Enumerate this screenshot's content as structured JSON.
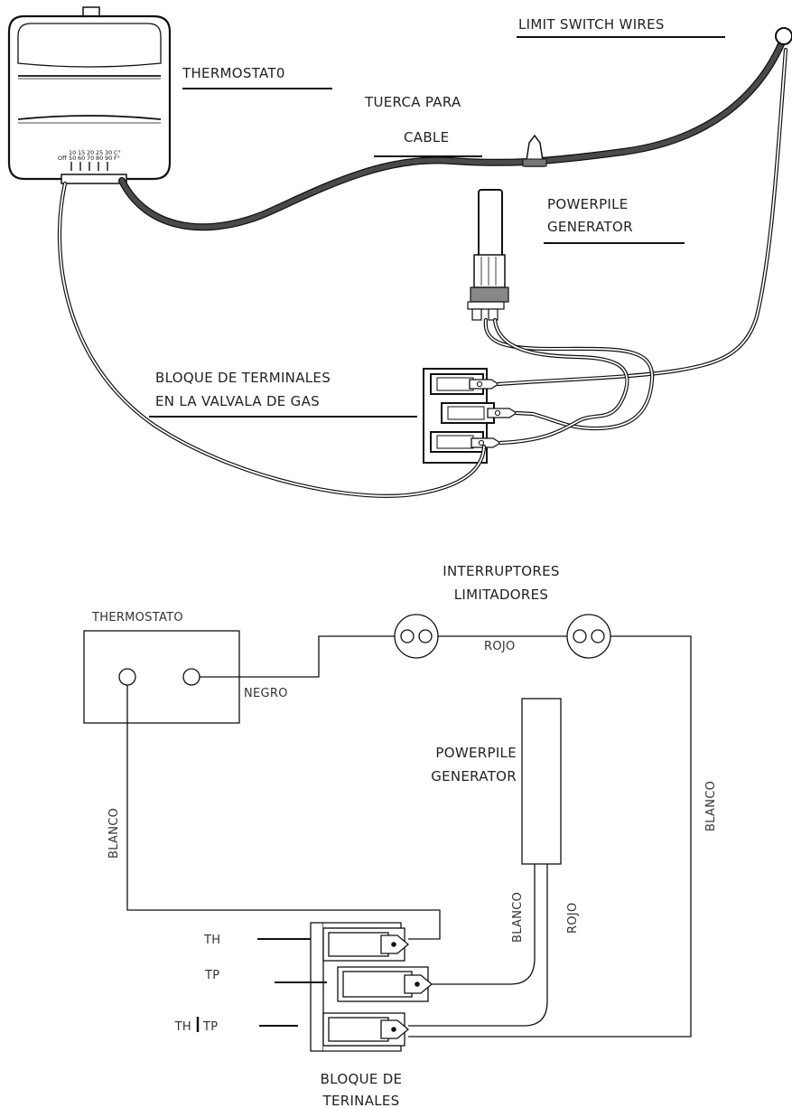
{
  "top_diagram": {
    "thermostat_label": "THERMOSTAT0",
    "limit_switch_label": "LIMIT SWITCH WIRES",
    "cable_nut_label_line1": "TUERCA PARA",
    "cable_nut_label_line2": "CABLE",
    "powerpile_label_line1": "POWERPILE",
    "powerpile_label_line2": "GENERATOR",
    "terminal_block_label_line1": "BLOQUE DE TERMINALES",
    "terminal_block_label_line2": "EN LA VALVALA DE GAS",
    "thermostat_scale": {
      "celsius": [
        "10",
        "15",
        "20",
        "25",
        "30",
        "C°"
      ],
      "fahrenheit": [
        "Off",
        "50",
        "60",
        "70",
        "80",
        "90",
        "F°"
      ]
    }
  },
  "bottom_diagram": {
    "thermostat_label": "THERMOSTATO",
    "limit_switches_label_line1": "INTERRUPTORES",
    "limit_switches_label_line2": "LIMITADORES",
    "wire_negro": "NEGRO",
    "wire_rojo_top": "ROJO",
    "wire_blanco_left": "BLANCO",
    "wire_blanco_right": "BLANCO",
    "wire_blanco_generator": "BLANCO",
    "wire_rojo_generator": "ROJO",
    "powerpile_label_line1": "POWERPILE",
    "powerpile_label_line2": "GENERATOR",
    "terminal_th": "TH",
    "terminal_tp": "TP",
    "terminal_th_tp_left": "TH",
    "terminal_th_tp_right": "TP",
    "terminal_block_label_line1": "BLOQUE DE",
    "terminal_block_label_line2": "TERINALES"
  }
}
